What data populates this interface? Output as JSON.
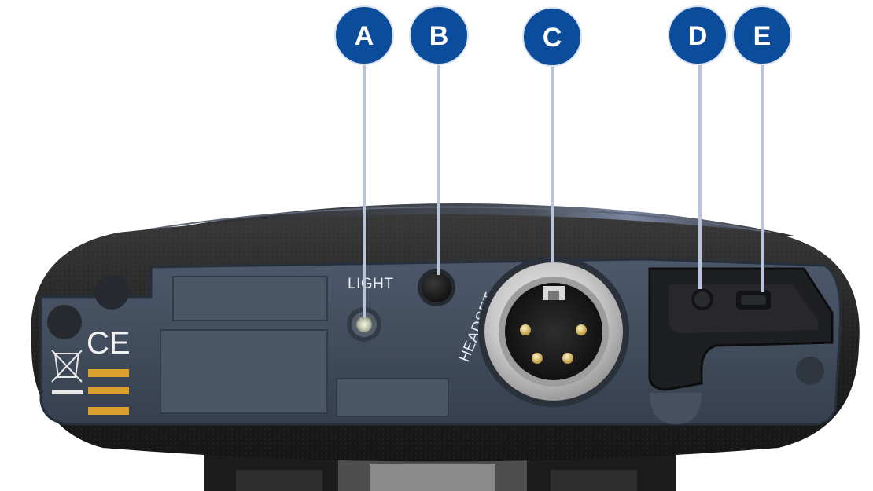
{
  "figure": {
    "panel_labels": {
      "light": "LIGHT",
      "headset": "HEADSET"
    },
    "compliance_mark": "CE",
    "callouts": [
      {
        "letter": "A",
        "target": "light-indicator"
      },
      {
        "letter": "B",
        "target": "headset-button"
      },
      {
        "letter": "C",
        "target": "headset-xlr-connector"
      },
      {
        "letter": "D",
        "target": "battery-door-button"
      },
      {
        "letter": "E",
        "target": "battery-door-slot"
      }
    ],
    "colors": {
      "callout_badge": "#0b4d9a",
      "leader_line": "#b9c3da",
      "panel": "#3f4a5a",
      "housing": "#2a2a2a"
    }
  }
}
